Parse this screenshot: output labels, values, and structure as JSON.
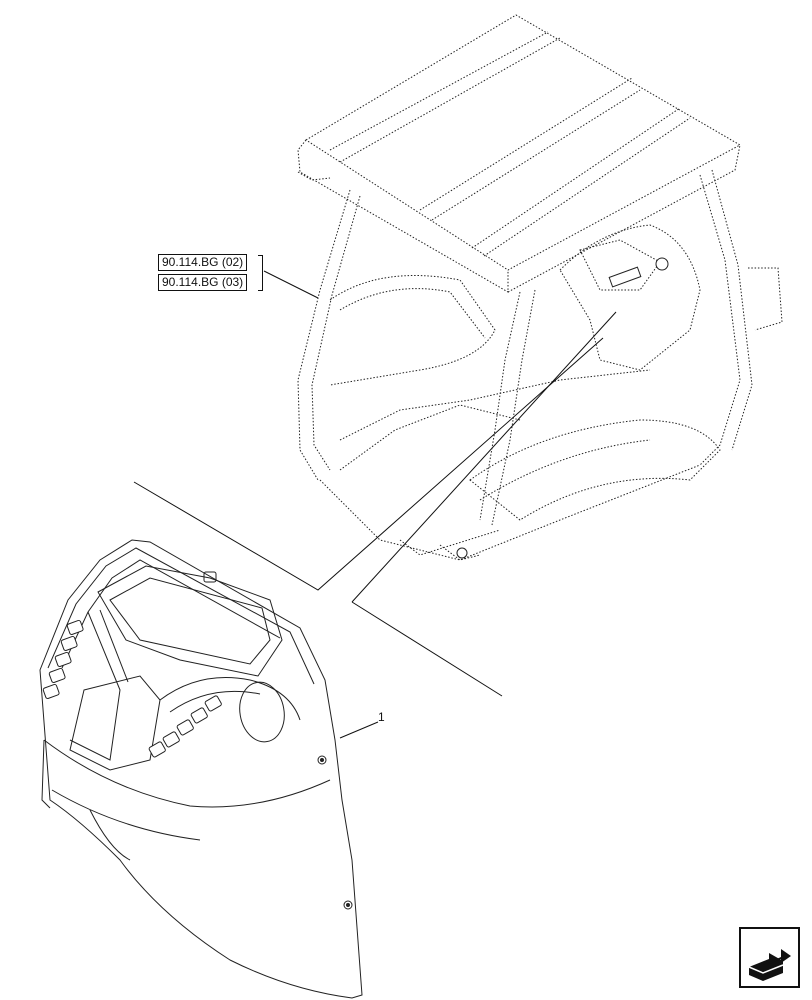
{
  "references": [
    {
      "label": "90.114.BG (02)"
    },
    {
      "label": "90.114.BG (03)"
    }
  ],
  "callouts": [
    {
      "number": "1"
    }
  ],
  "icons": {
    "nav": "arrow-turn-icon"
  }
}
